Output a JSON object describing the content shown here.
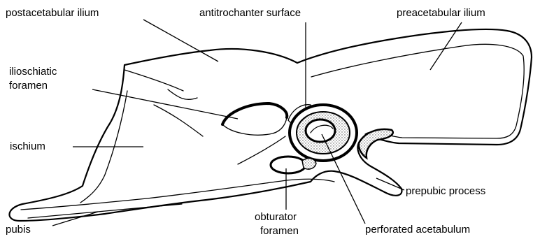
{
  "labels": {
    "postacetabular_ilium": "postacetabular ilium",
    "antitrochanter_surface": "antitrochanter surface",
    "preacetabular_ilium": "preacetabular ilium",
    "ilioschiatic_foramen_line1": "ilioschiatic",
    "ilioschiatic_foramen_line2": "foramen",
    "ischium": "ischium",
    "prepubic_process": "prepubic process",
    "pubis": "pubis",
    "obturator_foramen_line1": "obturator",
    "obturator_foramen_line2": "foramen",
    "perforated_acetabulum": "perforated acetabulum"
  },
  "colors": {
    "ink": "#000000",
    "stipple": "#9a9a9a",
    "background": "#ffffff"
  }
}
